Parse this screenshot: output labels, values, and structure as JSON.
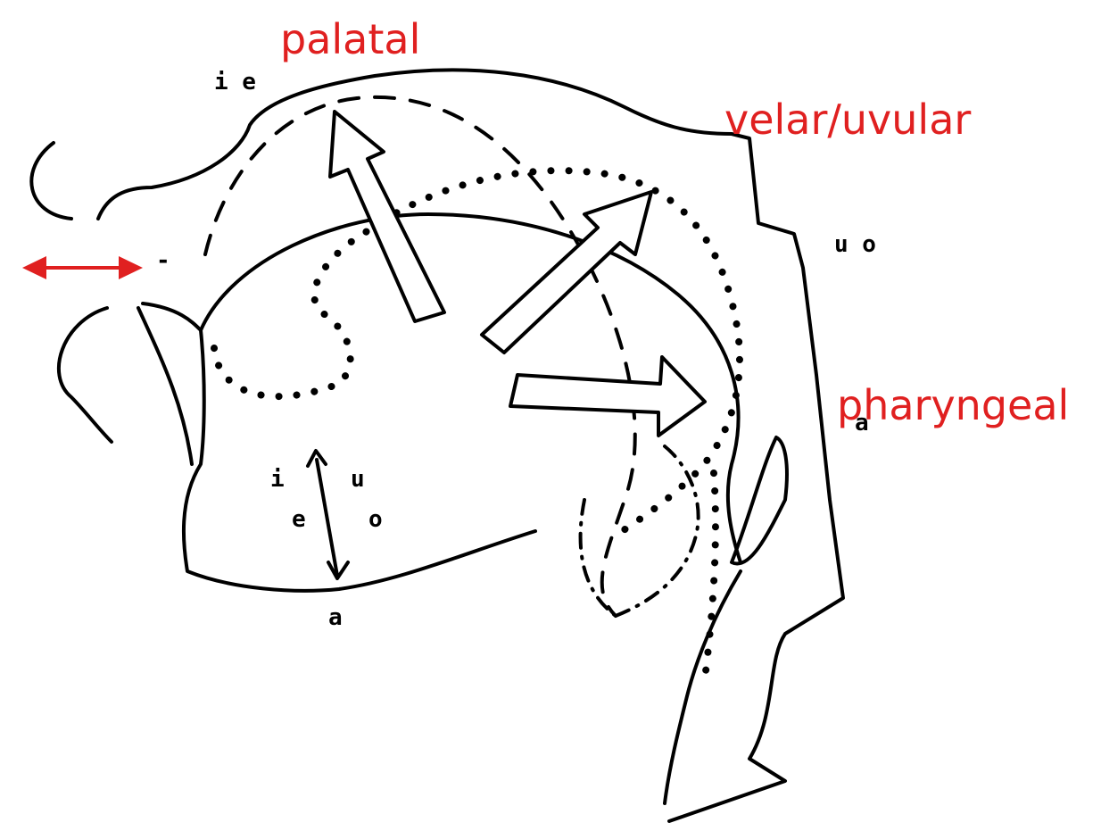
{
  "labels": {
    "palatal": "palatal",
    "velar_uvular": "velar/uvular",
    "pharyngeal": "pharyngeal"
  },
  "vowels": {
    "top_front": "i e",
    "back": "u o",
    "pharyngeal_vowel": "a",
    "jaw_i": "i",
    "jaw_u": "u",
    "jaw_e": "e",
    "jaw_o": "o",
    "jaw_a": "a"
  },
  "colors": {
    "label_red": "#e02020",
    "line_black": "#000000"
  }
}
